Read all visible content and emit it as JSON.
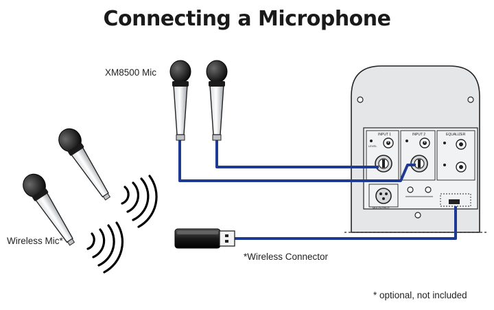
{
  "title": "Connecting a Microphone",
  "labels": {
    "xm8500": "XM8500 Mic",
    "wireless_mic": "Wireless Mic*",
    "wireless_connector": "*Wireless Connector",
    "optional_note": "* optional, not included"
  },
  "panel": {
    "input1": "INPUT 1",
    "input2": "INPUT 2",
    "eq": "EQUALIZER",
    "mix_output": "MIX OUTPUT",
    "level": "LEVEL"
  },
  "colors": {
    "cable": "#1f3a93",
    "panel_fill": "#e4e6e8",
    "panel_inner": "#f1f2f3",
    "line": "#222222"
  }
}
